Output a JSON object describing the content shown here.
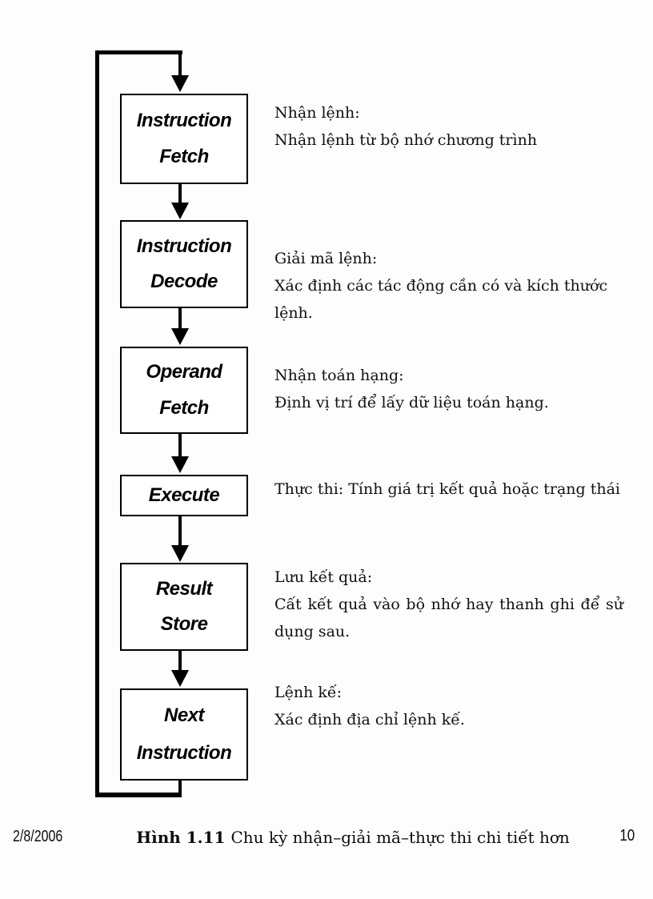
{
  "colors": {
    "background": "#fdfdfd",
    "line": "#000000",
    "text": "#111111"
  },
  "steps": [
    {
      "box": [
        "Instruction",
        "Fetch"
      ],
      "title": "Nhận lệnh:",
      "body": "Nhận lệnh từ bộ nhớ chương trình"
    },
    {
      "box": [
        "Instruction",
        "Decode"
      ],
      "title": "Giải mã lệnh:",
      "body": "Xác định các tác động cần có và kích thước lệnh."
    },
    {
      "box": [
        "Operand",
        "Fetch"
      ],
      "title": "Nhận toán hạng:",
      "body": "Định vị trí để lấy dữ liệu toán hạng."
    },
    {
      "box": [
        "Execute"
      ],
      "title": "Thực thi: Tính giá trị kết quả hoặc trạng thái",
      "body": ""
    },
    {
      "box": [
        "Result",
        "Store"
      ],
      "title": "Lưu kết quả:",
      "body": "Cất kết quả vào bộ nhớ hay thanh ghi để sử dụng sau."
    },
    {
      "box": [
        "Next",
        "Instruction"
      ],
      "title": "Lệnh kế:",
      "body": "Xác định địa chỉ lệnh kế."
    }
  ],
  "footer": {
    "date": "2/8/2006",
    "caption_label": "Hình 1.11",
    "caption_text": "Chu kỳ nhận–giải mã–thực thi chi tiết hơn",
    "page_number": "10"
  }
}
